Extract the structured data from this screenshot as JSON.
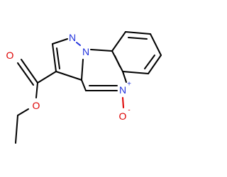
{
  "molecule": {
    "atoms": {
      "pyrazole_n2": "N",
      "pyrazole_n1": "N",
      "carbonyl_o": "O",
      "ester_o": "O",
      "nitro_n": "N",
      "nitro_n_charge": "+",
      "nitro_o": "O",
      "nitro_o_charge": "-"
    },
    "colors": {
      "carbon_bond": "#000000",
      "nitrogen": "#2233dd",
      "oxygen": "#dd0000"
    }
  }
}
